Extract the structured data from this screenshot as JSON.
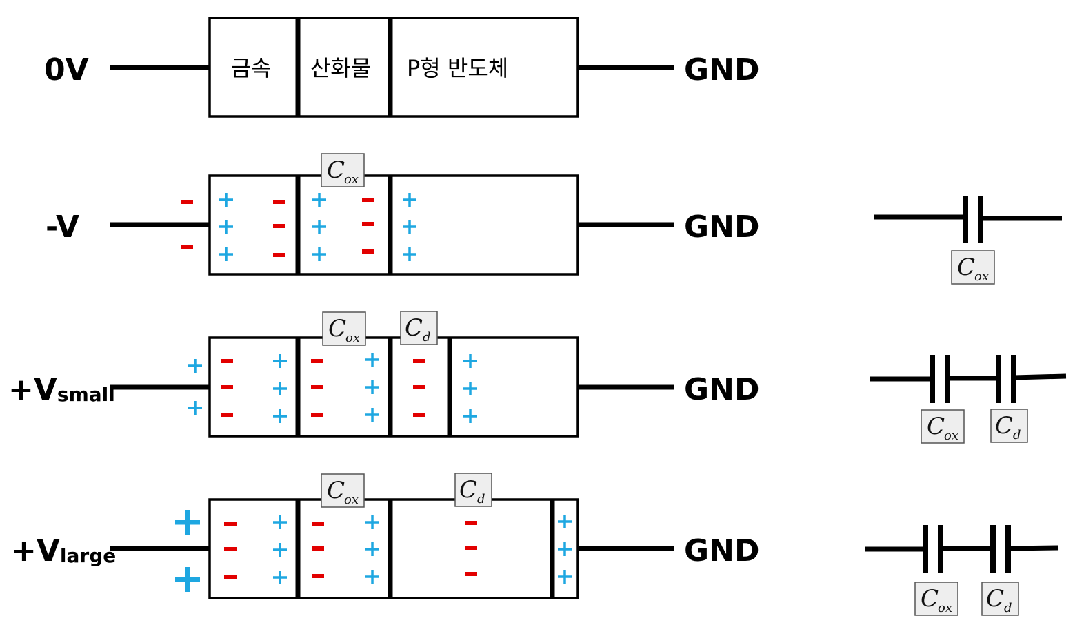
{
  "colors": {
    "positive": "#1ea7e1",
    "negative": "#e20000",
    "line": "#000000",
    "label_box": "#eeeeee"
  },
  "ground_label": "GND",
  "region_labels": {
    "metal": "금속",
    "oxide": "산화물",
    "semiconductor": "P형 반도체"
  },
  "capacitor_labels": {
    "oxide": {
      "symbol": "C",
      "subscript": "ox"
    },
    "depletion": {
      "symbol": "C",
      "subscript": "d"
    }
  },
  "rows": [
    {
      "voltage": "0V",
      "voltage_sub": ""
    },
    {
      "voltage": "-V",
      "voltage_sub": ""
    },
    {
      "voltage": "+V",
      "voltage_sub": "small"
    },
    {
      "voltage": "+V",
      "voltage_sub": "large"
    }
  ]
}
